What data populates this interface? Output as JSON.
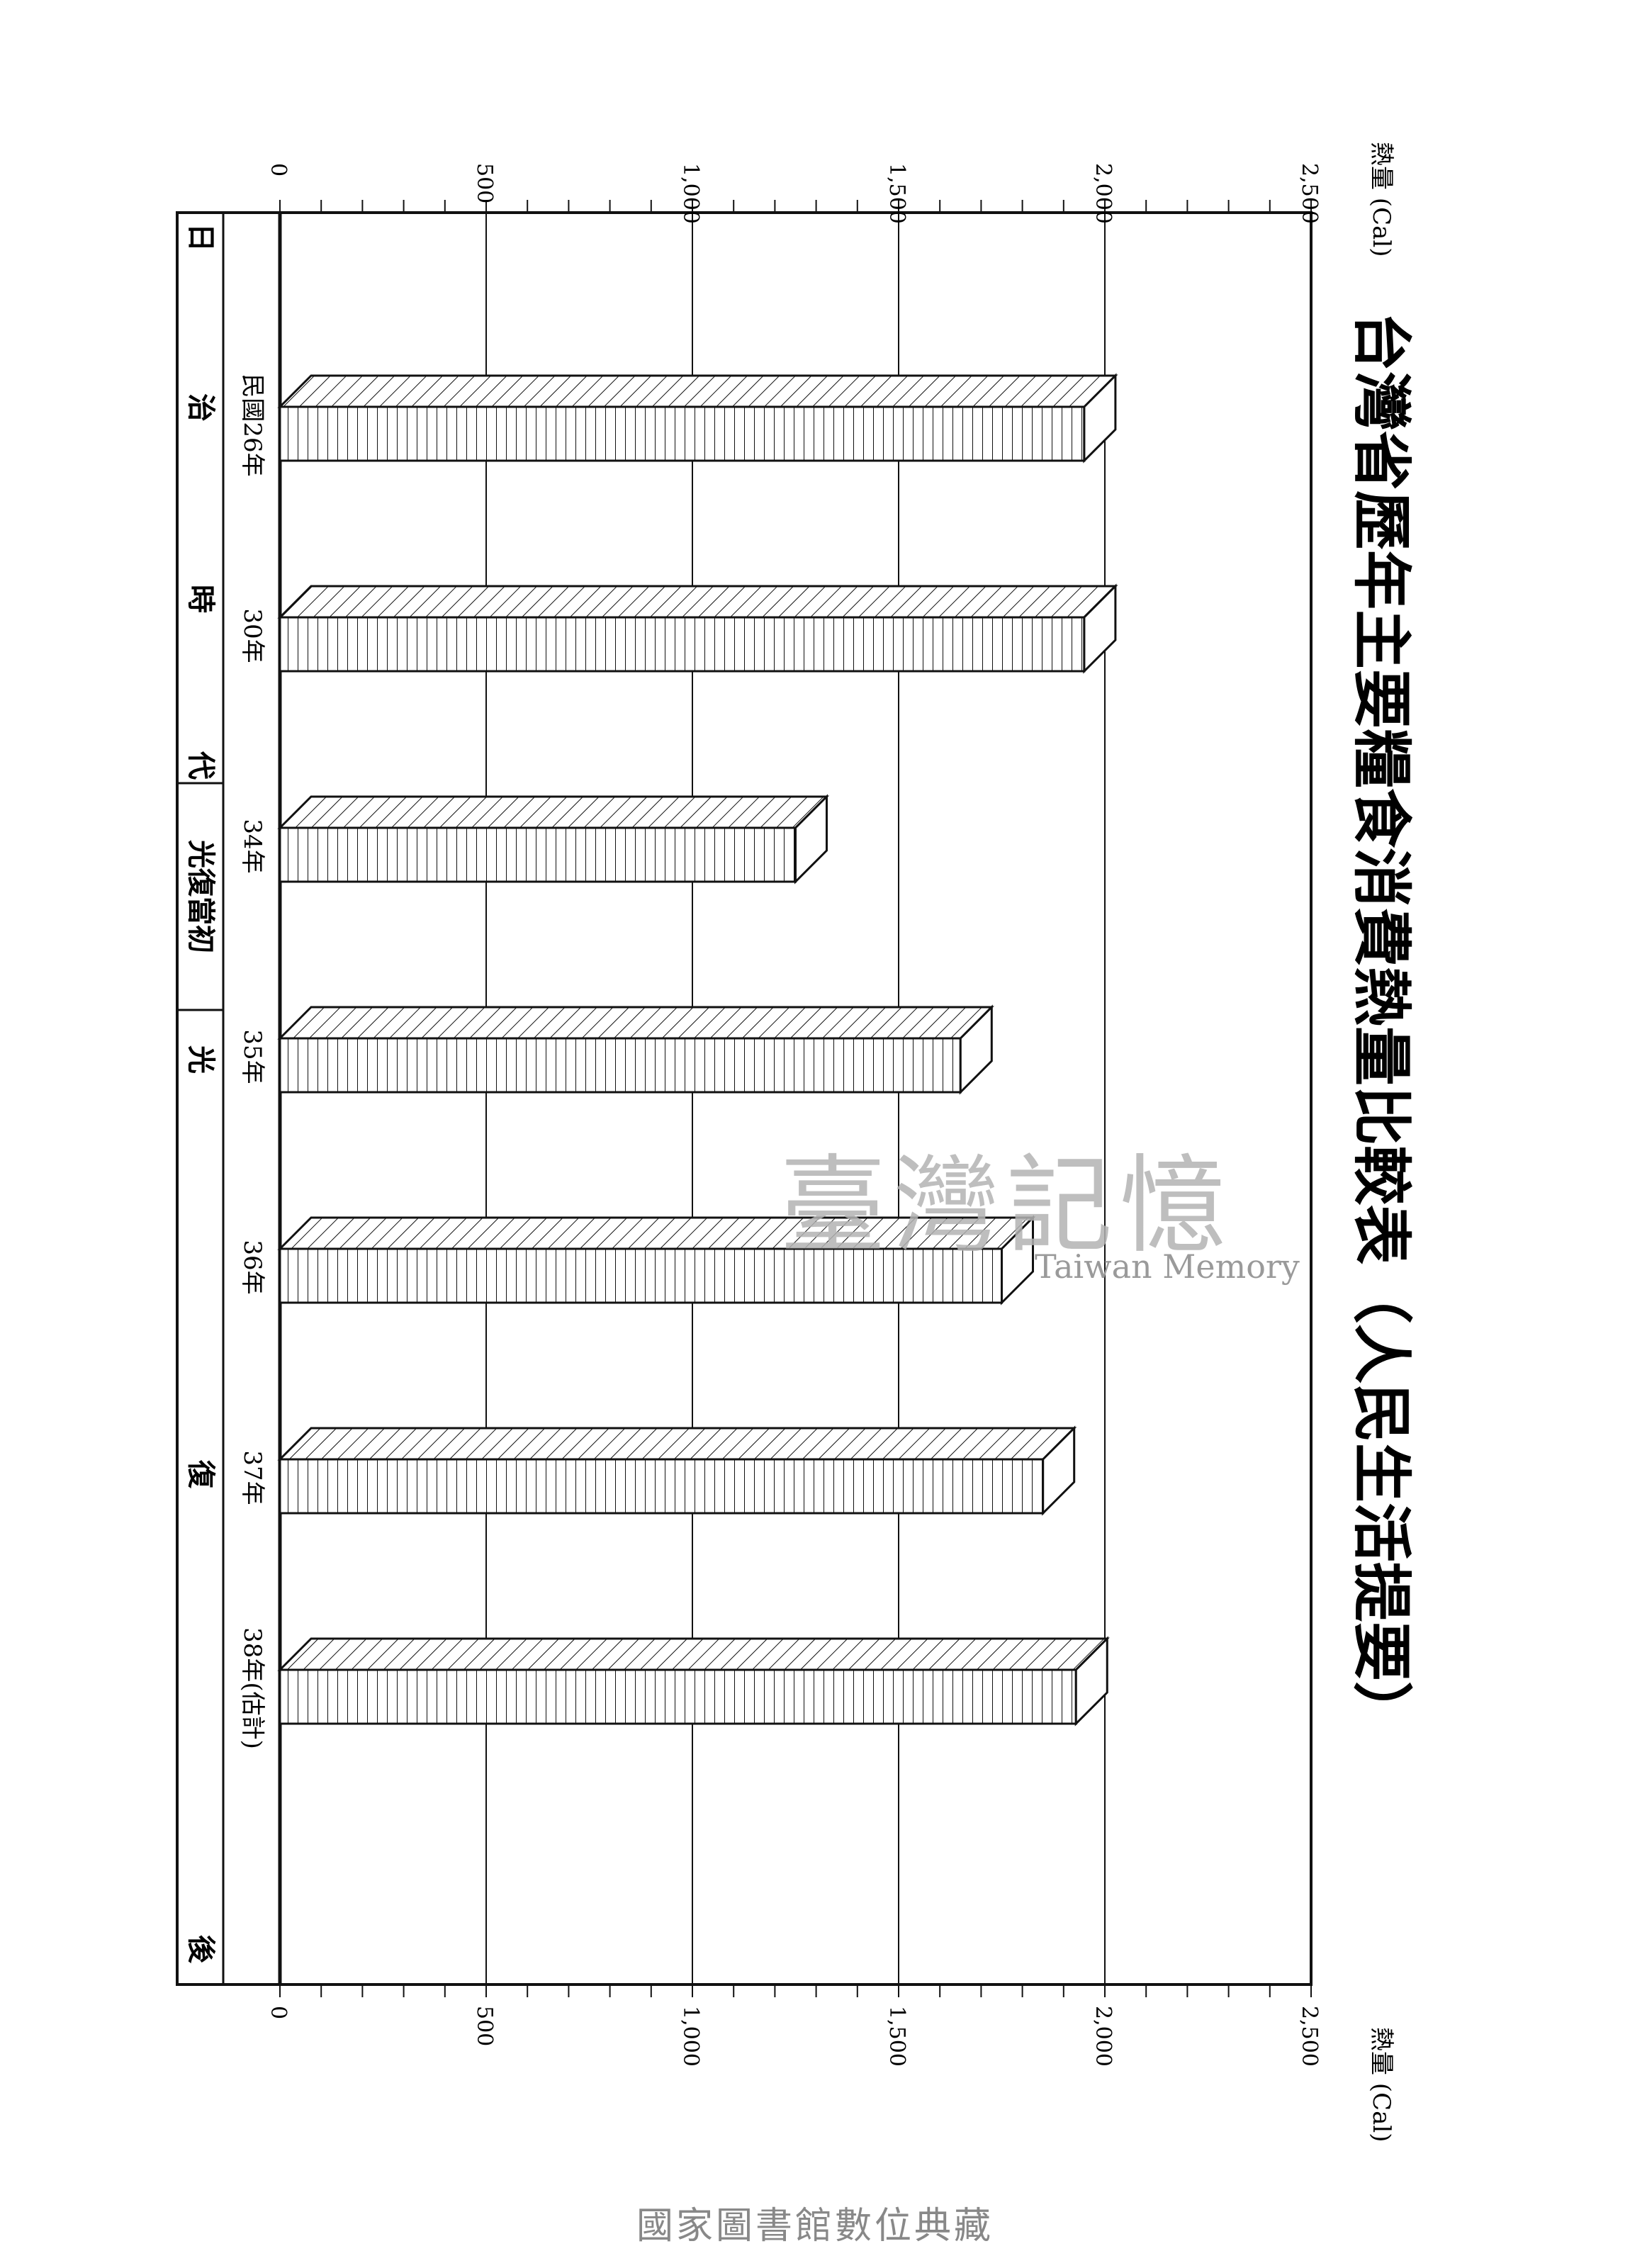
{
  "chart_data": {
    "type": "bar",
    "title": "台灣省歷年主要糧食消費熱量比較表（人民生活提要）",
    "ylabel": "熱量 (Cal)",
    "ylim": [
      0,
      2500
    ],
    "yticks": [
      "0",
      "500",
      "1,000",
      "1,500",
      "2,000",
      "2,500"
    ],
    "categories": [
      "民國26年",
      "30年",
      "34年",
      "35年",
      "36年",
      "37年",
      "38年(估計)"
    ],
    "values": [
      1950,
      1950,
      1250,
      1650,
      1750,
      1850,
      1930
    ],
    "bar_color": "#111111",
    "grid": true,
    "period_labels": [
      {
        "text": "日",
        "key": "ri"
      },
      {
        "text": "治",
        "key": "zhi"
      },
      {
        "text": "時",
        "key": "shi"
      },
      {
        "text": "代",
        "key": "dai"
      },
      {
        "text": "光復當初",
        "key": "guangfu-dangchu"
      },
      {
        "text": "光",
        "key": "guang"
      },
      {
        "text": "復",
        "key": "fu"
      },
      {
        "text": "後",
        "key": "hou"
      }
    ]
  },
  "watermark": {
    "chinese": "臺灣記憶",
    "english": "Taiwan Memory"
  },
  "footer": "國家圖書館數位典藏"
}
